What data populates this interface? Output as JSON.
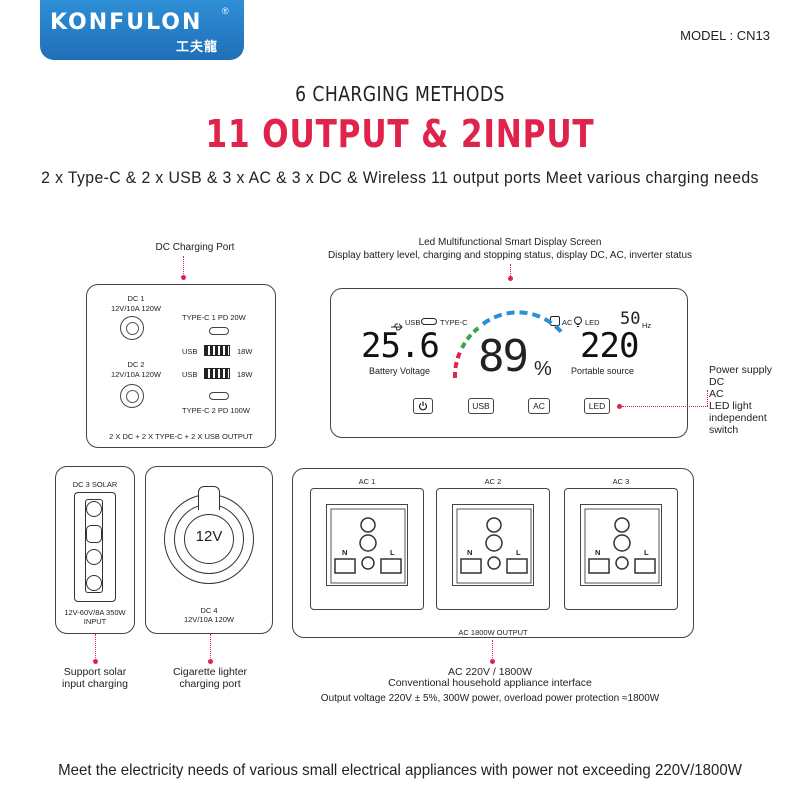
{
  "brand": {
    "name": "KONFULON",
    "registered": "®",
    "chinese": "工夫龍"
  },
  "model": "MODEL : CN13",
  "headline": {
    "methods": "6 CHARGING METHODS",
    "main": "11 OUTPUT  &  2INPUT",
    "sub": "2 x Type-C  &  2 x USB  &  3 x AC  &  3 x DC  &  Wireless  11 output ports  Meet various charging needs"
  },
  "dc_panel": {
    "callout": "DC Charging Port",
    "dc1_name": "DC 1",
    "dc1_spec": "12V/10A 120W",
    "dc2_name": "DC 2",
    "dc2_spec": "12V/10A 120W",
    "typec1": "TYPE-C 1  PD 20W",
    "usb1_label": "USB",
    "usb1_power": "18W",
    "usb2_label": "USB",
    "usb2_power": "18W",
    "typec2": "TYPE-C 2  PD 100W",
    "footer": "2 X DC + 2 X TYPE-C + 2 X USB OUTPUT"
  },
  "display_panel": {
    "callout_title": "Led Multifunctional Smart Display Screen",
    "callout_desc": "Display battery level, charging and stopping status, display DC, AC, inverter status",
    "usb_tag": "USB",
    "typec_tag": "TYPE-C",
    "ac_tag": "AC",
    "led_tag": "LED",
    "voltage_value": "25.6",
    "voltage_label": "Battery Voltage",
    "battery_percent": "89",
    "percent_sign": "%",
    "output_value": "220",
    "output_label": "Portable source",
    "frequency_value": "50",
    "frequency_unit": "Hz",
    "btn_usb": "USB",
    "btn_ac": "AC",
    "btn_led": "LED",
    "side_callout": [
      "Power supply",
      "DC",
      "AC",
      "LED light",
      "independent",
      "switch"
    ]
  },
  "solar_panel": {
    "title": "DC 3  SOLAR",
    "spec": "12V-60V/8A 350W",
    "spec2": "INPUT",
    "callout": [
      "Support solar",
      "input charging"
    ]
  },
  "cig_panel": {
    "plug_label": "12V",
    "name": "DC 4",
    "spec": "12V/10A 120W",
    "callout": [
      "Cigarette lighter",
      "charging port"
    ]
  },
  "ac_panel": {
    "ac1": "AC 1",
    "ac2": "AC 2",
    "ac3": "AC 3",
    "neutral": "N",
    "live": "L",
    "footer": "AC 1800W  OUTPUT",
    "callout_1": "AC 220V / 1800W",
    "callout_2": "Conventional household appliance interface",
    "callout_3": "Output voltage 220V ± 5%, 300W power, overload power protection ≈1800W"
  },
  "footer": "Meet the electricity needs of various small electrical appliances with power not exceeding 220V/1800W",
  "colors": {
    "accent": "#e0234b",
    "brand_blue": "#1f6fb8",
    "gauge_blue": "#2a8fd4",
    "gauge_green": "#3aa64a",
    "gauge_red": "#e0234b"
  },
  "icons": [
    "power-icon",
    "usb-icon",
    "type-c-icon",
    "ac-icon",
    "led-bulb-icon",
    "socket-icon"
  ]
}
